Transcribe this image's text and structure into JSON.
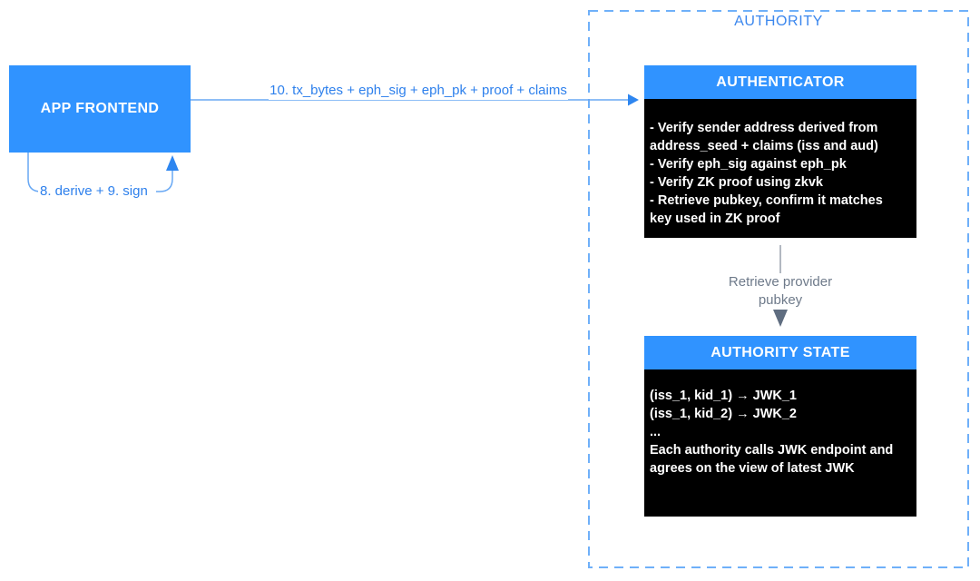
{
  "colors": {
    "primary_blue": "#3093ff",
    "arrowhead_blue": "#2e86f0",
    "line_blue": "#68a8f4",
    "label_blue": "#2e80ec",
    "authority_title_blue": "#3b87ee",
    "dashed_border_blue": "#6fb0f9",
    "grey_text": "#6e7a8a",
    "grey_line": "#98a0ac",
    "grey_arrowhead": "#5f6d80",
    "panel_black": "#000000",
    "panel_text_white": "#ffffff"
  },
  "app_frontend": {
    "label": "APP FRONTEND"
  },
  "self_loop": {
    "label": "8. derive + 9. sign"
  },
  "main_arrow": {
    "label": "10. tx_bytes + eph_sig + eph_pk + proof + claims"
  },
  "authority": {
    "title": "AUTHORITY",
    "authenticator": {
      "title": "AUTHENTICATOR",
      "body_lines": [
        "- Verify sender address derived from",
        "address_seed + claims (iss and aud)",
        "- Verify eph_sig against eph_pk",
        "- Verify ZK proof using zkvk",
        "- Retrieve pubkey, confirm it matches",
        "key used in ZK proof"
      ]
    },
    "retrieve_arrow": {
      "label": "Retrieve provider pubkey"
    },
    "authority_state": {
      "title": "AUTHORITY STATE",
      "body_lines": [
        "(iss_1, kid_1) → JWK_1",
        "(iss_1, kid_2) → JWK_2",
        "...",
        "Each authority calls JWK endpoint and",
        "agrees on the view of latest JWK"
      ]
    }
  }
}
